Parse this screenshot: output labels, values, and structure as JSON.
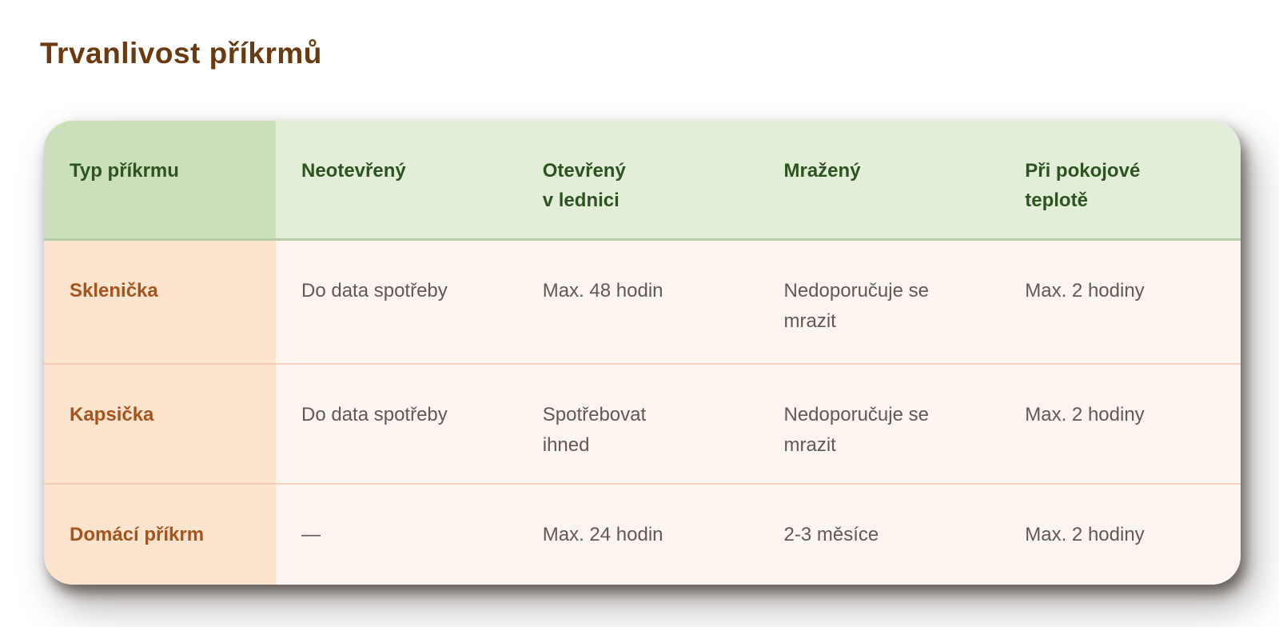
{
  "page": {
    "title": "Trvanlivost příkrmů"
  },
  "colors": {
    "page_bg": "#ffffff",
    "title_text": "#6b3a10",
    "header_first_bg": "#cbe0ba",
    "header_bg": "#e2eed7",
    "header_text": "#2d5420",
    "header_divider": "#b7cfa8",
    "body_first_bg": "#fce4cf",
    "body_bg": "#fdf5ee",
    "row_label_text": "#a5541d",
    "cell_text": "#5d5a57",
    "row_divider": "#f6d1be"
  },
  "chart_data": {
    "type": "table",
    "title": "Trvanlivost příkrmů",
    "columns": [
      "Typ příkrmu",
      "Neotevřený",
      "Otevřený\nv lednici",
      "Mražený",
      "Při pokojové\nteplotě"
    ],
    "rows": [
      {
        "label": "Sklenička",
        "cells": [
          "Do data spotřeby",
          "Max. 48 hodin",
          "Nedoporučuje se\nmrazit",
          "Max. 2 hodiny"
        ]
      },
      {
        "label": "Kapsička",
        "cells": [
          "Do data spotřeby",
          "Spotřebovat\nihned",
          "Nedoporučuje se\nmrazit",
          "Max. 2 hodiny"
        ]
      },
      {
        "label": "Domácí příkrm",
        "cells": [
          "—",
          "Max. 24 hodin",
          "2-3 měsíce",
          "Max. 2 hodiny"
        ]
      }
    ]
  }
}
